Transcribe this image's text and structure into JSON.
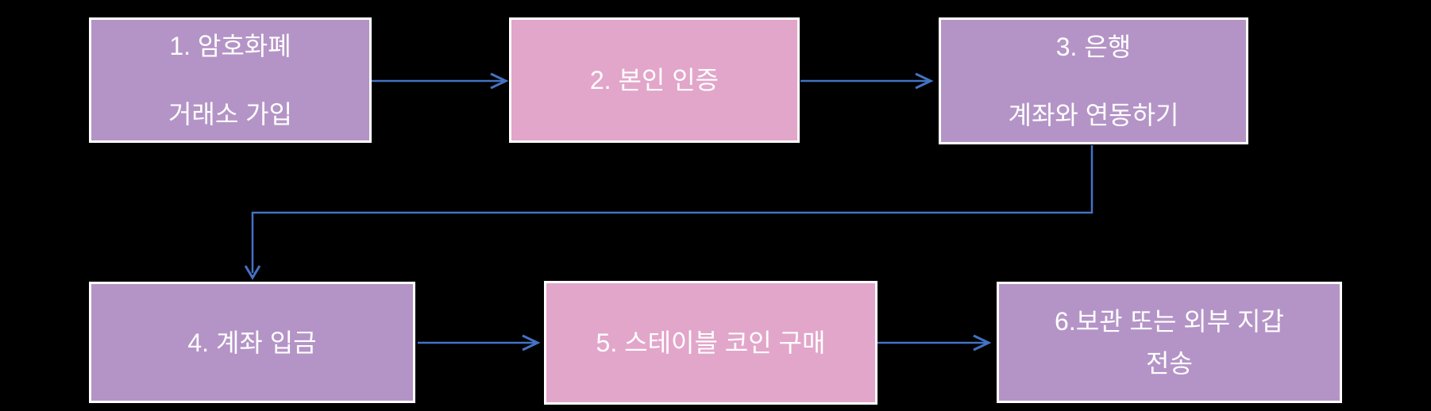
{
  "diagram": {
    "description": "Cryptocurrency stablecoin purchase flow, 6 steps",
    "colors": {
      "background": "#000000",
      "purple": "#B494C6",
      "pink": "#E2A6CA",
      "border": "#FFFFFF",
      "text": "#FFFFFF",
      "arrow": "#4472C4"
    },
    "nodes": [
      {
        "id": "node-1",
        "label": "1. 암호화폐\n거래소 가입",
        "fill": "purple"
      },
      {
        "id": "node-2",
        "label": "2. 본인 인증",
        "fill": "pink"
      },
      {
        "id": "node-3",
        "label": "3. 은행\n계좌와 연동하기",
        "fill": "purple"
      },
      {
        "id": "node-4",
        "label": "4. 계좌 입금",
        "fill": "purple"
      },
      {
        "id": "node-5",
        "label": "5. 스테이블 코인 구매",
        "fill": "pink"
      },
      {
        "id": "node-6",
        "label": "6.보관 또는 외부 지갑\n전송",
        "fill": "purple"
      }
    ],
    "edges": [
      {
        "from": "node-1",
        "to": "node-2",
        "type": "straight"
      },
      {
        "from": "node-2",
        "to": "node-3",
        "type": "straight"
      },
      {
        "from": "node-3",
        "to": "node-4",
        "type": "elbow"
      },
      {
        "from": "node-4",
        "to": "node-5",
        "type": "straight"
      },
      {
        "from": "node-5",
        "to": "node-6",
        "type": "straight"
      }
    ]
  }
}
